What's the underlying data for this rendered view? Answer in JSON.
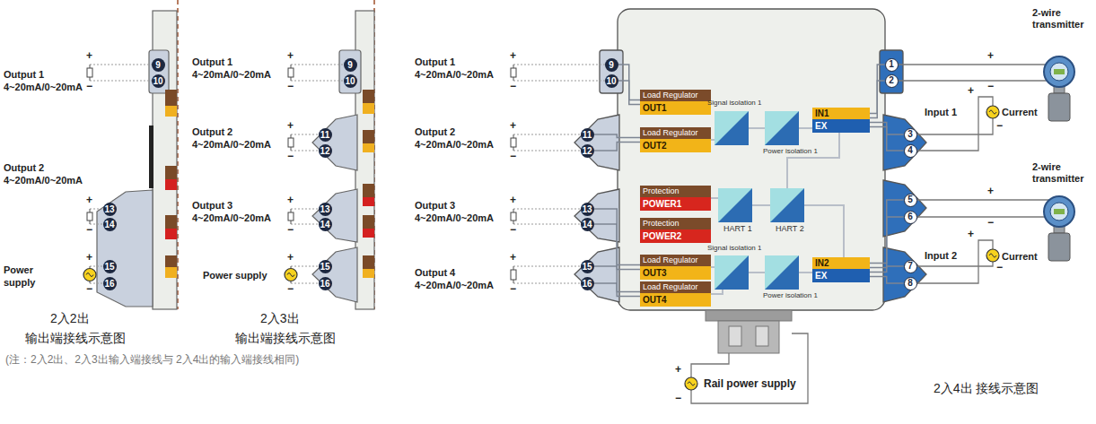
{
  "diagram": {
    "nodes": [
      {
        "text": [
          "9"
        ]
      },
      {
        "text": [
          "10"
        ]
      },
      {
        "text": [
          "13"
        ]
      },
      {
        "text": [
          "14"
        ]
      },
      {
        "text": [
          "15"
        ]
      },
      {
        "text": [
          "16"
        ]
      },
      {
        "text": [
          "9"
        ]
      },
      {
        "text": [
          "10"
        ]
      },
      {
        "text": [
          "11"
        ]
      },
      {
        "text": [
          "12"
        ]
      },
      {
        "text": [
          "13"
        ]
      },
      {
        "text": [
          "14"
        ]
      },
      {
        "text": [
          "15"
        ]
      },
      {
        "text": [
          "16"
        ]
      },
      {
        "text": [
          "9"
        ]
      },
      {
        "text": [
          "10"
        ]
      },
      {
        "text": [
          "11"
        ]
      },
      {
        "text": [
          "12"
        ]
      },
      {
        "text": [
          "13"
        ]
      },
      {
        "text": [
          "14"
        ]
      },
      {
        "text": [
          "15"
        ]
      },
      {
        "text": [
          "16"
        ]
      },
      {
        "text": [
          "Load Regulator",
          "OUT1"
        ]
      },
      {
        "text": [
          "Load Regulator",
          "OUT2"
        ]
      },
      {
        "text": [
          "Protection",
          "POWER1"
        ]
      },
      {
        "text": [
          "Protection",
          "POWER2"
        ]
      },
      {
        "text": [
          "Load Regulator",
          "OUT3"
        ]
      },
      {
        "text": [
          "Load Regulator",
          "OUT4"
        ]
      },
      {
        "text": [
          "IN1",
          "EX"
        ]
      },
      {
        "text": [
          "IN2",
          "EX"
        ]
      },
      {
        "text": [
          "1"
        ]
      },
      {
        "text": [
          "2"
        ]
      },
      {
        "text": [
          "3"
        ]
      },
      {
        "text": [
          "4"
        ]
      },
      {
        "text": [
          "5"
        ]
      },
      {
        "text": [
          "6"
        ]
      },
      {
        "text": [
          "7"
        ]
      },
      {
        "text": [
          "8"
        ]
      }
    ],
    "edges": [
      {
        "from": 14,
        "to": 22,
        "arrow": "none"
      },
      {
        "from": 15,
        "to": 22,
        "arrow": "none"
      },
      {
        "from": 16,
        "to": 23,
        "arrow": "none"
      },
      {
        "from": 17,
        "to": 23,
        "arrow": "none"
      },
      {
        "from": 18,
        "to": 26,
        "arrow": "none"
      },
      {
        "from": 19,
        "to": 26,
        "arrow": "none"
      },
      {
        "from": 20,
        "to": 27,
        "arrow": "none"
      },
      {
        "from": 21,
        "to": 27,
        "arrow": "none"
      },
      {
        "from": 30,
        "to": 28,
        "arrow": "none"
      },
      {
        "from": 31,
        "to": 28,
        "arrow": "none"
      },
      {
        "from": 32,
        "to": 28,
        "arrow": "none"
      },
      {
        "from": 33,
        "to": 28,
        "arrow": "none"
      },
      {
        "from": 34,
        "to": 29,
        "arrow": "none"
      },
      {
        "from": 35,
        "to": 29,
        "arrow": "none"
      },
      {
        "from": 36,
        "to": 29,
        "arrow": "none"
      },
      {
        "from": 37,
        "to": 29,
        "arrow": "none"
      }
    ],
    "labels": [
      "Output 1",
      "4~20mA/0~20mA",
      "+",
      "−",
      "Output 2",
      "4~20mA/0~20mA",
      "+",
      "−",
      "Power",
      "supply",
      "+",
      "−",
      "2入2出",
      "输出端接线示意图",
      "(注：2入2出、2入3出输入端接线与 2入4出的输入端接线相同)",
      "Output 1",
      "4~20mA/0~20mA",
      "+",
      "−",
      "Output 2",
      "4~20mA/0~20mA",
      "+",
      "−",
      "Output 3",
      "4~20mA/0~20mA",
      "+",
      "−",
      "Power supply",
      "+",
      "−",
      "2入3出",
      "输出端接线示意图",
      "Output 1",
      "4~20mA/0~20mA",
      "+",
      "−",
      "Output 2",
      "4~20mA/0~20mA",
      "+",
      "−",
      "Output 3",
      "4~20mA/0~20mA",
      "+",
      "−",
      "Output 4",
      "4~20mA/0~20mA",
      "+",
      "−",
      "Signal isolation 1",
      "Power isolation 1",
      "HART 1",
      "HART 2",
      "Signal isolation 1",
      "Power isolation 1",
      "+",
      "−",
      "Rail power supply",
      "2入4出 接线示意图",
      "2-wire transmitter",
      "+",
      "−",
      "+",
      "Input 1",
      "Current",
      "−",
      "2-wire transmitter",
      "+",
      "−",
      "+",
      "Input 2",
      "Current",
      "−"
    ]
  }
}
